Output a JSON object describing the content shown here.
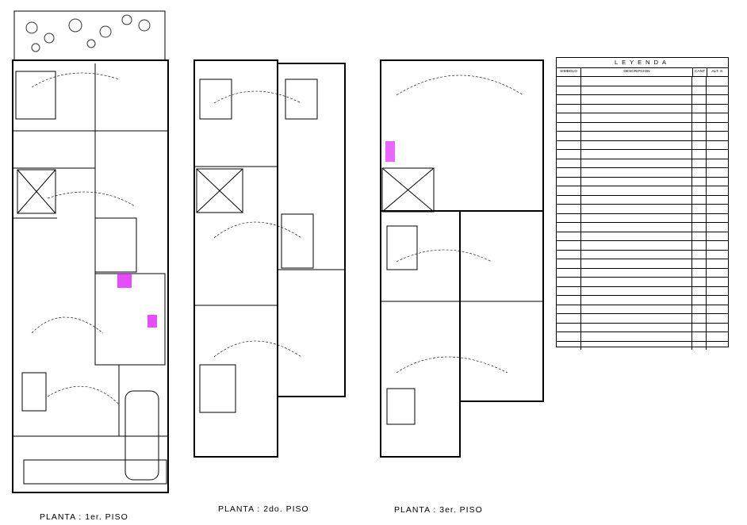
{
  "captions": {
    "floor1": "PLANTA  :  1er.  PISO",
    "floor2": "PLANTA  :  2do.  PISO",
    "floor3": "PLANTA  :  3er.  PISO"
  },
  "legend": {
    "title": "LEYENDA",
    "col_symbol": "SIMBOLO",
    "col_description": "DESCRIPCION",
    "col_qty": "CANT",
    "col_height": "ALT. S. N.P.T."
  }
}
